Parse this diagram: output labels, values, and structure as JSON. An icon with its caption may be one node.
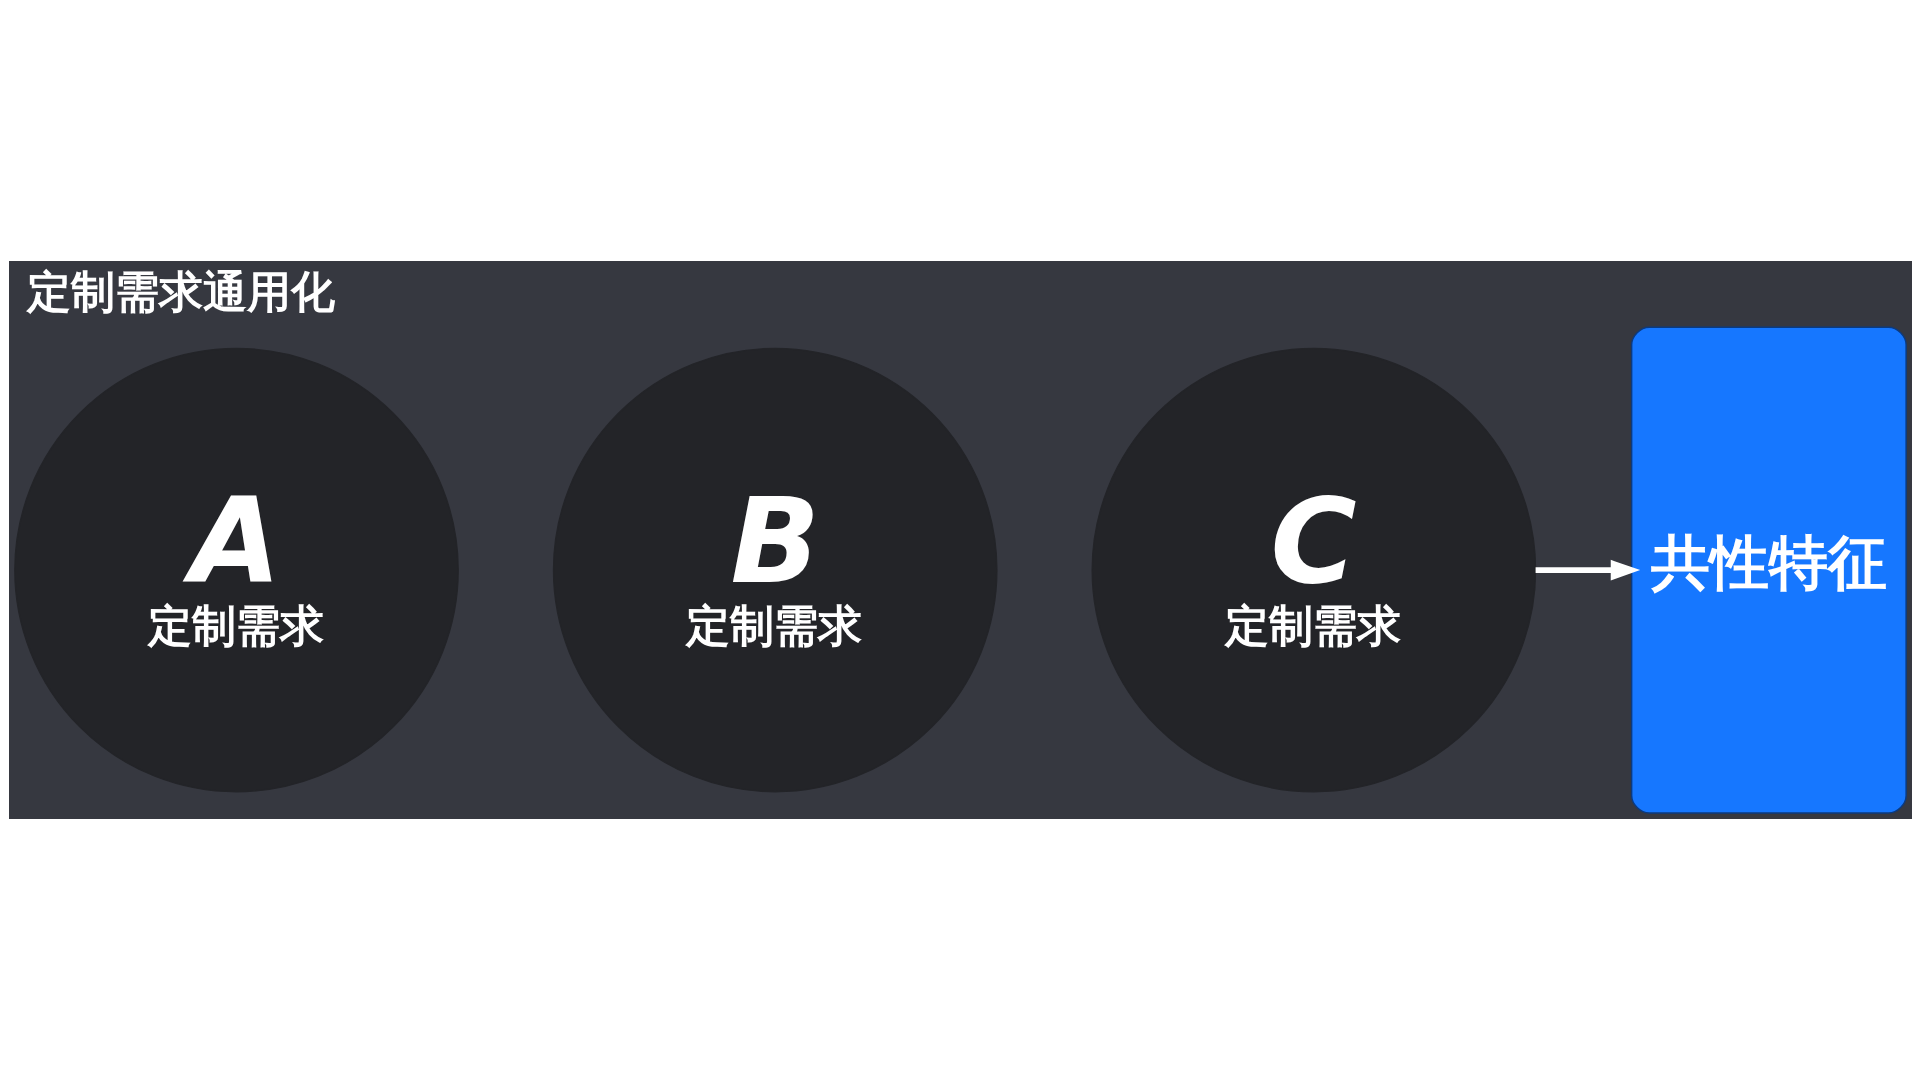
{
  "diagram": {
    "title": "定制需求通用化",
    "nodes": [
      {
        "text": [
          "A",
          "定制需求"
        ]
      },
      {
        "text": [
          "B",
          "定制需求"
        ]
      },
      {
        "text": [
          "C",
          "定制需求"
        ]
      },
      {
        "text": [
          "共性特征"
        ]
      }
    ],
    "edges": [
      {
        "from": 2,
        "to": 3,
        "arrow": "to"
      }
    ]
  }
}
